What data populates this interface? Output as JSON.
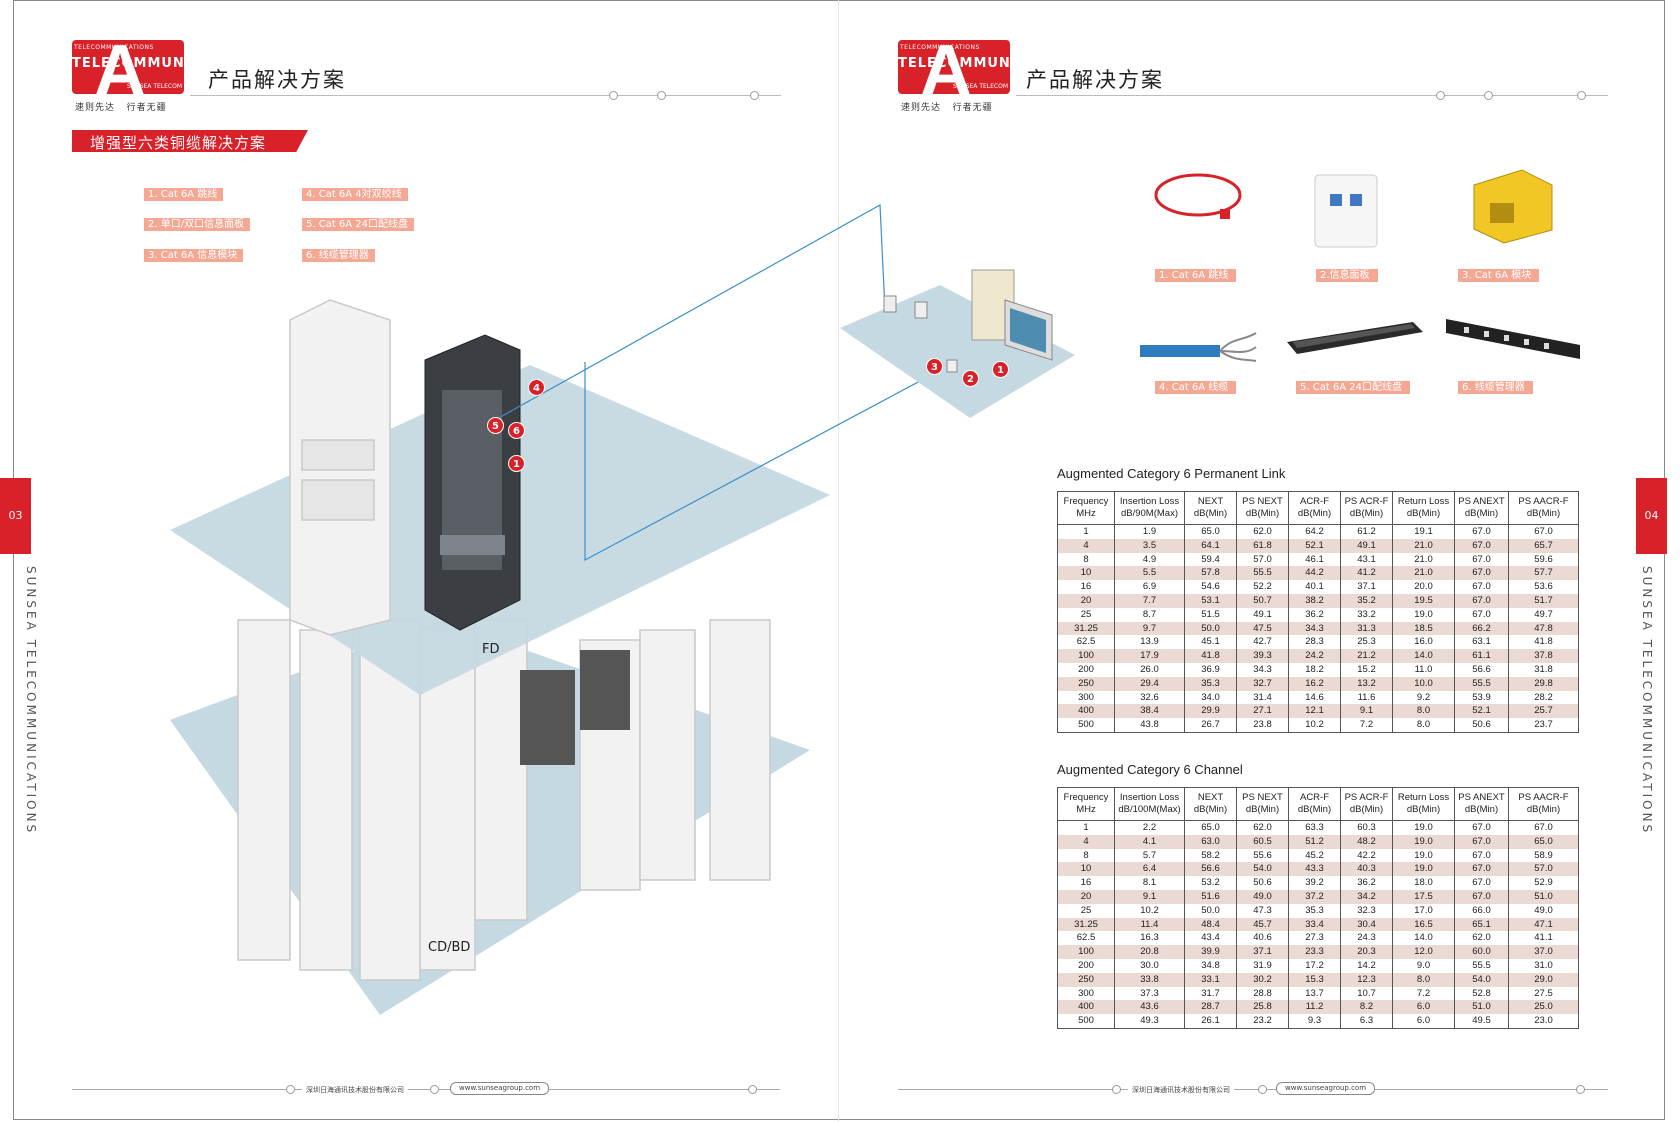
{
  "brand": {
    "logo_top": "TELECOMMUNICATIONS",
    "logo_main": "TELECOMMUNICATIONS",
    "logo_sub": "SUNSEA TELECOM",
    "slogan_left": "速则先达",
    "slogan_right": "行者无疆"
  },
  "header": {
    "title_left": "产品解决方案",
    "title_right": "产品解决方案"
  },
  "section": {
    "title": "增强型六类铜缆解决方案"
  },
  "legend": [
    "1. Cat 6A 跳线",
    "2. 单口/双口信息面板",
    "3. Cat 6A 信息模块",
    "4. Cat 6A 4对双绞线",
    "5. Cat 6A 24口配线盘",
    "6. 线缆管理器"
  ],
  "diagram": {
    "fd_label": "FD",
    "cdbd_label": "CD/BD",
    "markers_rack": [
      "4",
      "5",
      "6",
      "1"
    ],
    "markers_desk": [
      "3",
      "2",
      "1"
    ]
  },
  "pages": {
    "left": "03",
    "right": "04",
    "side_text": "SUNSEA TELECOMMUNICATIONS"
  },
  "products": [
    {
      "label": "1. Cat 6A 跳线",
      "icon": "patch-cord-icon"
    },
    {
      "label": "2.信息面板",
      "icon": "faceplate-icon"
    },
    {
      "label": "3. Cat 6A 模块",
      "icon": "keystone-jack-icon"
    },
    {
      "label": "4. Cat 6A 线缆",
      "icon": "cable-icon"
    },
    {
      "label": "5. Cat 6A 24口配线盘",
      "icon": "patch-panel-icon"
    },
    {
      "label": "6. 线缆管理器",
      "icon": "cable-manager-icon"
    }
  ],
  "tables": {
    "headers_permanent": [
      [
        "Frequency",
        "MHz"
      ],
      [
        "Insertion Loss",
        "dB/90M(Max)"
      ],
      [
        "NEXT",
        "dB(Min)"
      ],
      [
        "PS NEXT",
        "dB(Min)"
      ],
      [
        "ACR-F",
        "dB(Min)"
      ],
      [
        "PS ACR-F",
        "dB(Min)"
      ],
      [
        "Return Loss",
        "dB(Min)"
      ],
      [
        "PS ANEXT",
        "dB(Min)"
      ],
      [
        "PS AACR-F",
        "dB(Min)"
      ]
    ],
    "headers_channel": [
      [
        "Frequency",
        "MHz"
      ],
      [
        "Insertion Loss",
        "dB/100M(Max)"
      ],
      [
        "NEXT",
        "dB(Min)"
      ],
      [
        "PS NEXT",
        "dB(Min)"
      ],
      [
        "ACR-F",
        "dB(Min)"
      ],
      [
        "PS ACR-F",
        "dB(Min)"
      ],
      [
        "Return Loss",
        "dB(Min)"
      ],
      [
        "PS ANEXT",
        "dB(Min)"
      ],
      [
        "PS AACR-F",
        "dB(Min)"
      ]
    ],
    "permanent_link": {
      "title": "Augmented Category 6 Permanent Link",
      "rows": [
        [
          "1",
          "1.9",
          "65.0",
          "62.0",
          "64.2",
          "61.2",
          "19.1",
          "67.0",
          "67.0"
        ],
        [
          "4",
          "3.5",
          "64.1",
          "61.8",
          "52.1",
          "49.1",
          "21.0",
          "67.0",
          "65.7"
        ],
        [
          "8",
          "4.9",
          "59.4",
          "57.0",
          "46.1",
          "43.1",
          "21.0",
          "67.0",
          "59.6"
        ],
        [
          "10",
          "5.5",
          "57.8",
          "55.5",
          "44.2",
          "41.2",
          "21.0",
          "67.0",
          "57.7"
        ],
        [
          "16",
          "6.9",
          "54.6",
          "52.2",
          "40.1",
          "37.1",
          "20.0",
          "67.0",
          "53.6"
        ],
        [
          "20",
          "7.7",
          "53.1",
          "50.7",
          "38.2",
          "35.2",
          "19.5",
          "67.0",
          "51.7"
        ],
        [
          "25",
          "8.7",
          "51.5",
          "49.1",
          "36.2",
          "33.2",
          "19.0",
          "67.0",
          "49.7"
        ],
        [
          "31.25",
          "9.7",
          "50.0",
          "47.5",
          "34.3",
          "31.3",
          "18.5",
          "66.2",
          "47.8"
        ],
        [
          "62.5",
          "13.9",
          "45.1",
          "42.7",
          "28.3",
          "25.3",
          "16.0",
          "63.1",
          "41.8"
        ],
        [
          "100",
          "17.9",
          "41.8",
          "39.3",
          "24.2",
          "21.2",
          "14.0",
          "61.1",
          "37.8"
        ],
        [
          "200",
          "26.0",
          "36.9",
          "34.3",
          "18.2",
          "15.2",
          "11.0",
          "56.6",
          "31.8"
        ],
        [
          "250",
          "29.4",
          "35.3",
          "32.7",
          "16.2",
          "13.2",
          "10.0",
          "55.5",
          "29.8"
        ],
        [
          "300",
          "32.6",
          "34.0",
          "31.4",
          "14.6",
          "11.6",
          "9.2",
          "53.9",
          "28.2"
        ],
        [
          "400",
          "38.4",
          "29.9",
          "27.1",
          "12.1",
          "9.1",
          "8.0",
          "52.1",
          "25.7"
        ],
        [
          "500",
          "43.8",
          "26.7",
          "23.8",
          "10.2",
          "7.2",
          "8.0",
          "50.6",
          "23.7"
        ]
      ]
    },
    "channel": {
      "title": "Augmented Category 6 Channel",
      "rows": [
        [
          "1",
          "2.2",
          "65.0",
          "62.0",
          "63.3",
          "60.3",
          "19.0",
          "67.0",
          "67.0"
        ],
        [
          "4",
          "4.1",
          "63.0",
          "60.5",
          "51.2",
          "48.2",
          "19.0",
          "67.0",
          "65.0"
        ],
        [
          "8",
          "5.7",
          "58.2",
          "55.6",
          "45.2",
          "42.2",
          "19.0",
          "67.0",
          "58.9"
        ],
        [
          "10",
          "6.4",
          "56.6",
          "54.0",
          "43.3",
          "40.3",
          "19.0",
          "67.0",
          "57.0"
        ],
        [
          "16",
          "8.1",
          "53.2",
          "50.6",
          "39.2",
          "36.2",
          "18.0",
          "67.0",
          "52.9"
        ],
        [
          "20",
          "9.1",
          "51.6",
          "49.0",
          "37.2",
          "34.2",
          "17.5",
          "67.0",
          "51.0"
        ],
        [
          "25",
          "10.2",
          "50.0",
          "47.3",
          "35.3",
          "32.3",
          "17.0",
          "66.0",
          "49.0"
        ],
        [
          "31.25",
          "11.4",
          "48.4",
          "45.7",
          "33.4",
          "30.4",
          "16.5",
          "65.1",
          "47.1"
        ],
        [
          "62.5",
          "16.3",
          "43.4",
          "40.6",
          "27.3",
          "24.3",
          "14.0",
          "62.0",
          "41.1"
        ],
        [
          "100",
          "20.8",
          "39.9",
          "37.1",
          "23.3",
          "20.3",
          "12.0",
          "60.0",
          "37.0"
        ],
        [
          "200",
          "30.0",
          "34.8",
          "31.9",
          "17.2",
          "14.2",
          "9.0",
          "55.5",
          "31.0"
        ],
        [
          "250",
          "33.8",
          "33.1",
          "30.2",
          "15.3",
          "12.3",
          "8.0",
          "54.0",
          "29.0"
        ],
        [
          "300",
          "37.3",
          "31.7",
          "28.8",
          "13.7",
          "10.7",
          "7.2",
          "52.8",
          "27.5"
        ],
        [
          "400",
          "43.6",
          "28.7",
          "25.8",
          "11.2",
          "8.2",
          "6.0",
          "51.0",
          "25.0"
        ],
        [
          "500",
          "49.3",
          "26.1",
          "23.2",
          "9.3",
          "6.3",
          "6.0",
          "49.5",
          "23.0"
        ]
      ]
    }
  },
  "footer": {
    "company": "深圳日海通讯技术股份有限公司",
    "url": "www.sunseagroup.com"
  },
  "colors": {
    "brand_red": "#d9212a",
    "tag_pink": "#f4a894",
    "floor_blue": "#c5d9e2",
    "row_shade": "#ebd9d4"
  }
}
